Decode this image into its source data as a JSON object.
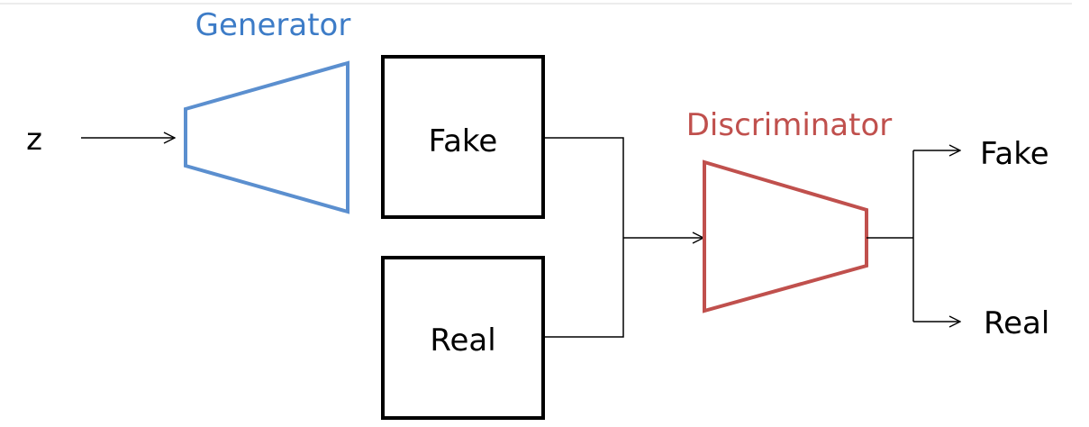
{
  "diagram": {
    "input_label": "z",
    "generator": {
      "title": "Generator",
      "color": "#3d7cc7"
    },
    "fake_box_label": "Fake",
    "real_box_label": "Real",
    "discriminator": {
      "title": "Discriminator",
      "color": "#c0504d"
    },
    "outputs": {
      "fake": "Fake",
      "real": "Real"
    },
    "line_color": "#000000"
  }
}
